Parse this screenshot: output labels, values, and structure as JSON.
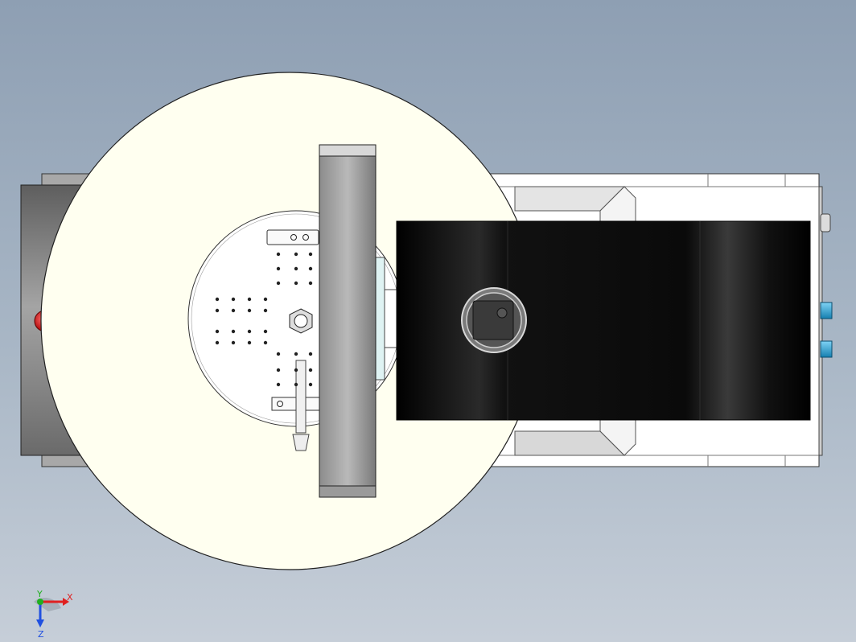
{
  "viewport": {
    "background_top": "#8e9fb3",
    "background_bottom": "#c6ced8"
  },
  "model": {
    "turntable_color": "#fffff0",
    "housing_color": "#8a8a8a",
    "rail_color": "#ffffff",
    "pad_color": "#0c0c0c",
    "button_color": "#d21f1f",
    "connector_color": "#2aa6d8"
  },
  "triad": {
    "x_label": "X",
    "y_label": "Y",
    "z_label": "Z",
    "x_color": "#e02020",
    "y_color": "#20b020",
    "z_color": "#2050e0"
  }
}
